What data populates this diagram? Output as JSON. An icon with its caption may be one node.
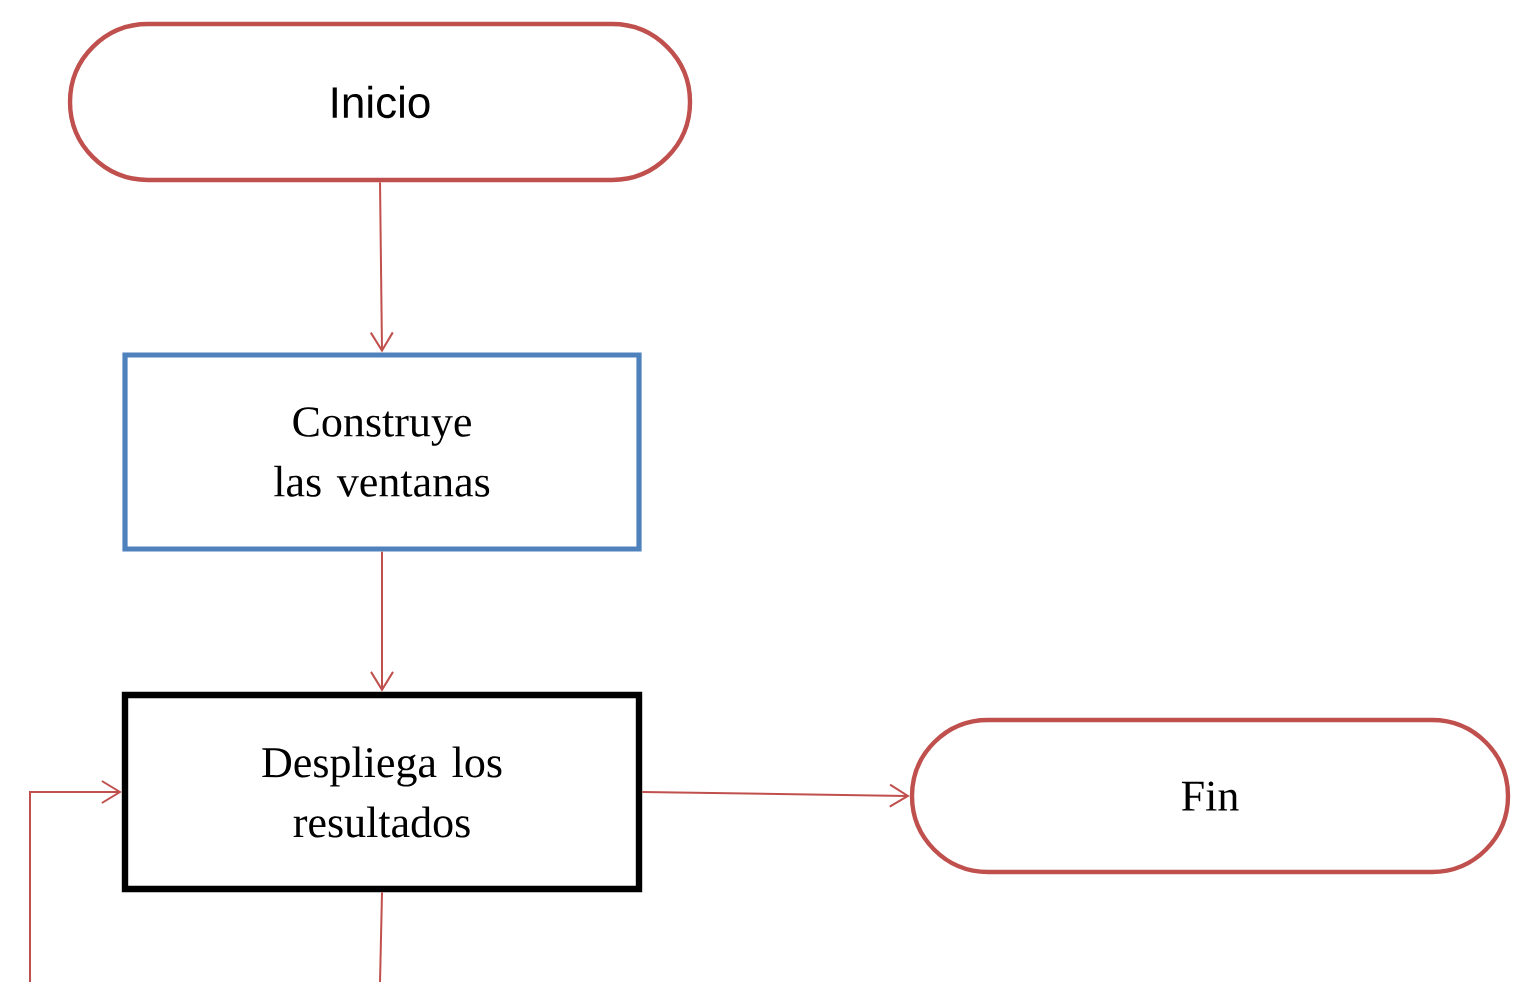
{
  "diagram": {
    "nodes": [
      {
        "text": [
          "Inicio"
        ]
      },
      {
        "text": [
          "Construye las ventanas"
        ]
      },
      {
        "text": [
          "Despliega los resultados"
        ]
      },
      {
        "text": [
          "Fin"
        ]
      }
    ],
    "edges": [
      {
        "from": 0,
        "to": 1,
        "arrow": "to"
      },
      {
        "from": 1,
        "to": 2,
        "arrow": "to"
      },
      {
        "from": 2,
        "to": 3,
        "arrow": "to"
      },
      {
        "from": 2,
        "to": null,
        "arrow": "none"
      },
      {
        "from": null,
        "to": 2,
        "arrow": "to"
      }
    ]
  }
}
